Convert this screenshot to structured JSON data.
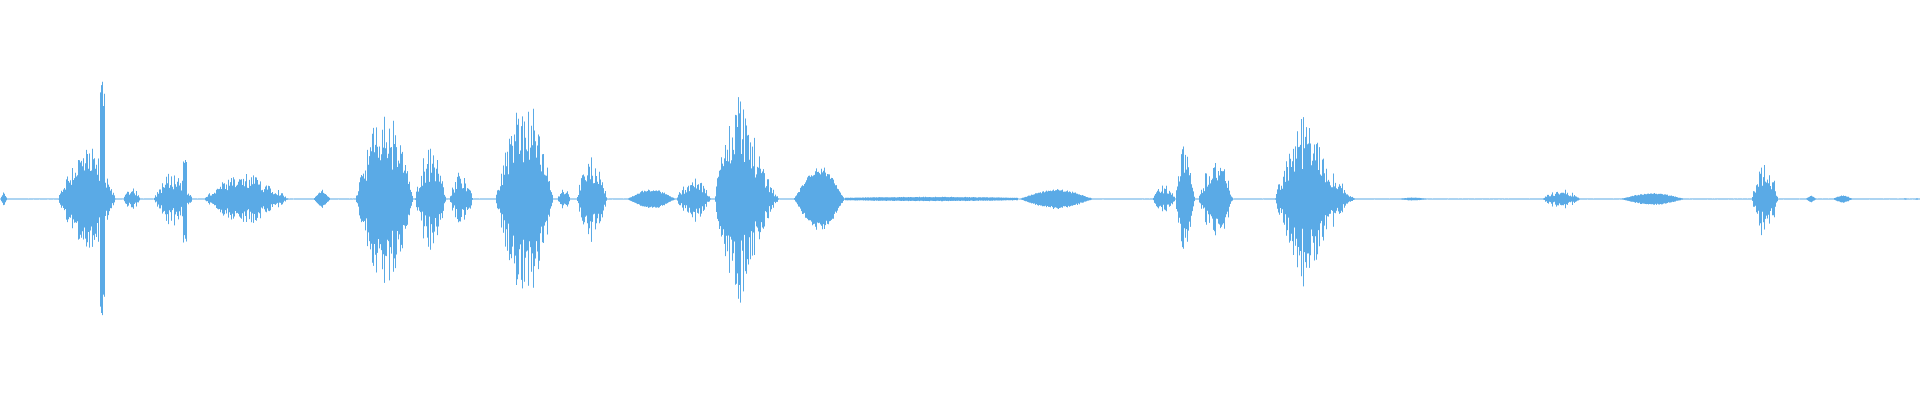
{
  "waveform": {
    "color": "#5aaae6",
    "baseline_peak_fraction": 0.004,
    "bursts": [
      {
        "start": 0.0,
        "end": 0.0035,
        "peak": 0.06,
        "shape": "tri"
      },
      {
        "start": 0.03,
        "end": 0.06,
        "peak": 0.42,
        "shape": "spiky",
        "spike_at": 0.053,
        "spike_peak": 0.95
      },
      {
        "start": 0.064,
        "end": 0.073,
        "peak": 0.1,
        "shape": "spiky"
      },
      {
        "start": 0.08,
        "end": 0.1,
        "peak": 0.22,
        "shape": "spiky",
        "spike_at": 0.096,
        "spike_peak": 0.36
      },
      {
        "start": 0.106,
        "end": 0.15,
        "peak": 0.2,
        "shape": "spiky"
      },
      {
        "start": 0.163,
        "end": 0.172,
        "peak": 0.08,
        "shape": "tri"
      },
      {
        "start": 0.185,
        "end": 0.215,
        "peak": 0.72,
        "shape": "spiky"
      },
      {
        "start": 0.216,
        "end": 0.232,
        "peak": 0.42,
        "shape": "spiky"
      },
      {
        "start": 0.234,
        "end": 0.246,
        "peak": 0.24,
        "shape": "spiky"
      },
      {
        "start": 0.258,
        "end": 0.288,
        "peak": 0.8,
        "shape": "spiky"
      },
      {
        "start": 0.29,
        "end": 0.297,
        "peak": 0.1,
        "shape": "spiky"
      },
      {
        "start": 0.3,
        "end": 0.316,
        "peak": 0.34,
        "shape": "spiky"
      },
      {
        "start": 0.326,
        "end": 0.352,
        "peak": 0.08,
        "shape": "smooth"
      },
      {
        "start": 0.352,
        "end": 0.37,
        "peak": 0.18,
        "shape": "spiky"
      },
      {
        "start": 0.372,
        "end": 0.406,
        "peak": 0.98,
        "shape": "big"
      },
      {
        "start": 0.413,
        "end": 0.44,
        "peak": 0.26,
        "shape": "smooth"
      },
      {
        "start": 0.44,
        "end": 0.53,
        "peak": 0.018,
        "shape": "flat"
      },
      {
        "start": 0.53,
        "end": 0.57,
        "peak": 0.08,
        "shape": "smooth"
      },
      {
        "start": 0.6,
        "end": 0.612,
        "peak": 0.12,
        "shape": "spiky"
      },
      {
        "start": 0.612,
        "end": 0.622,
        "peak": 0.44,
        "shape": "spiky"
      },
      {
        "start": 0.624,
        "end": 0.642,
        "peak": 0.34,
        "shape": "spiky"
      },
      {
        "start": 0.664,
        "end": 0.706,
        "peak": 0.72,
        "shape": "big"
      },
      {
        "start": 0.726,
        "end": 0.745,
        "peak": 0.012,
        "shape": "smooth"
      },
      {
        "start": 0.803,
        "end": 0.823,
        "peak": 0.08,
        "shape": "spiky"
      },
      {
        "start": 0.843,
        "end": 0.878,
        "peak": 0.05,
        "shape": "smooth"
      },
      {
        "start": 0.912,
        "end": 0.926,
        "peak": 0.3,
        "shape": "spiky"
      },
      {
        "start": 0.94,
        "end": 0.946,
        "peak": 0.03,
        "shape": "tri"
      },
      {
        "start": 0.954,
        "end": 0.965,
        "peak": 0.03,
        "shape": "smooth"
      },
      {
        "start": 0.99,
        "end": 0.994,
        "peak": 0.008,
        "shape": "tri"
      },
      {
        "start": 0.996,
        "end": 1.0,
        "peak": 0.008,
        "shape": "tri"
      }
    ]
  }
}
